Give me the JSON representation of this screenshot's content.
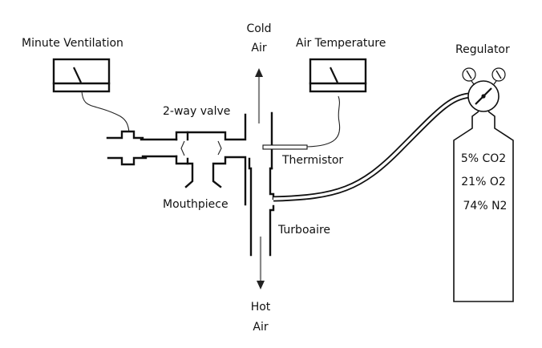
{
  "title": "Cold air inhalation setup",
  "labels": {
    "minute_ventilation": "Minute Ventilation",
    "two_way_valve": "2-way valve",
    "mouthpiece": "Mouthpiece",
    "cold_air_line1": "Cold",
    "cold_air_line2": "Air",
    "hot_air_line1": "Hot",
    "hot_air_line2": "Air",
    "air_temperature": "Air Temperature",
    "thermistor": "Thermistor",
    "turboaire": "Turboaire",
    "regulator": "Regulator"
  },
  "gas_mixture": [
    {
      "text": "5% CO2",
      "percent": 5,
      "gas": "CO2"
    },
    {
      "text": "21% O2",
      "percent": 21,
      "gas": "O2"
    },
    {
      "text": "74% N2",
      "percent": 74,
      "gas": "N2"
    }
  ],
  "colors": {
    "line": "#111111",
    "arrow": "#888888",
    "background": "#ffffff"
  },
  "icons": {
    "meter": "analog-meter-icon",
    "gauge": "pressure-gauge-icon",
    "cylinder": "gas-cylinder-icon"
  }
}
